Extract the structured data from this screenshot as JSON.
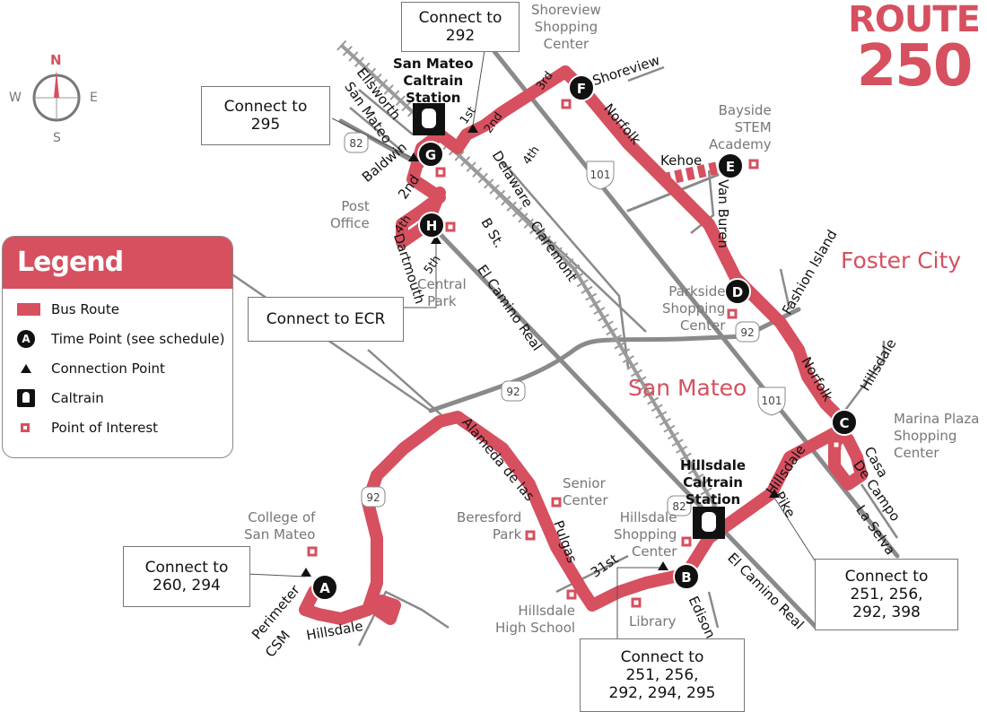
{
  "title": {
    "line1": "ROUTE",
    "line2": "250"
  },
  "colors": {
    "route": "#d6505f",
    "road": "#8a8a8a",
    "text": "#111111",
    "poi_text": "#777777"
  },
  "compass": {
    "n": "N",
    "s": "S",
    "e": "E",
    "w": "W"
  },
  "legend": {
    "heading": "Legend",
    "items": [
      {
        "icon": "bus-route-swatch",
        "label": "Bus Route"
      },
      {
        "icon": "time-point-icon",
        "glyph": "A",
        "label": "Time Point (see schedule)"
      },
      {
        "icon": "connection-point-icon",
        "label": "Connection Point"
      },
      {
        "icon": "caltrain-icon",
        "label": "Caltrain"
      },
      {
        "icon": "point-of-interest-icon",
        "label": "Point of Interest"
      }
    ]
  },
  "cities": {
    "foster_city": "Foster City",
    "san_mateo": "San Mateo"
  },
  "connections": {
    "c292": {
      "line1": "Connect to",
      "line2": "292"
    },
    "c295": {
      "line1": "Connect to",
      "line2": "295"
    },
    "ecr": {
      "line1": "Connect to ECR"
    },
    "c260": {
      "line1": "Connect to",
      "line2": "260, 294"
    },
    "hillsdale": {
      "line1": "Connect to",
      "line2": "251, 256,",
      "line3": "292, 294, 295"
    },
    "marina": {
      "line1": "Connect to",
      "line2": "251, 256,",
      "line3": "292, 398"
    }
  },
  "time_points": [
    "A",
    "B",
    "C",
    "D",
    "E",
    "F",
    "G",
    "H"
  ],
  "stations": {
    "san_mateo": {
      "line1": "San Mateo",
      "line2": "Caltrain",
      "line3": "Station"
    },
    "hillsdale": {
      "line1": "Hillsdale",
      "line2": "Caltrain",
      "line3": "Station"
    }
  },
  "pois": {
    "shoreview": {
      "line1": "Shoreview",
      "line2": "Shopping",
      "line3": "Center"
    },
    "bayside": {
      "line1": "Bayside",
      "line2": "STEM",
      "line3": "Academy"
    },
    "post_office": {
      "line1": "Post",
      "line2": "Office"
    },
    "central_park": {
      "line1": "Central",
      "line2": "Park"
    },
    "parkside": {
      "line1": "Parkside",
      "line2": "Shopping",
      "line3": "Center"
    },
    "marina": {
      "line1": "Marina Plaza",
      "line2": "Shopping",
      "line3": "Center"
    },
    "csm": {
      "line1": "College of",
      "line2": "San Mateo"
    },
    "senior": {
      "line1": "Senior",
      "line2": "Center"
    },
    "beresford": {
      "line1": "Beresford",
      "line2": "Park"
    },
    "hillsdale_sc": {
      "line1": "Hillsdale",
      "line2": "Shopping",
      "line3": "Center"
    },
    "hhs": {
      "line1": "Hillsdale",
      "line2": "High School"
    },
    "library": {
      "line1": "Library"
    }
  },
  "streets": {
    "ellsworth": "Ellsworth",
    "san_mateo": "San Mateo",
    "baldwin": "Baldwin",
    "second": "2nd",
    "first": "1st",
    "second_b": "2nd",
    "third": "3rd",
    "fourth": "4th",
    "fourth_b": "4th",
    "fifth": "5th",
    "dartmouth": "Dartmouth",
    "shoreview": "Shoreview",
    "norfolk": "Norfolk",
    "kehoe": "Kehoe",
    "van_buren": "Van Buren",
    "delaware": "Delaware",
    "b_st": "B St.",
    "claremont": "Claremont",
    "ecr": "El Camino Real",
    "ecr2": "El Camino Real",
    "fashion_island": "Fashion Island",
    "norfolk2": "Norfolk",
    "hillsdale_ne": "Hillsdale",
    "hillsdale_blvd": "Hillsdale",
    "pike": "Pike",
    "casa": "Casa",
    "de_campo": "De Campo",
    "la_selva": "La Selva",
    "alameda": "Alameda de las",
    "pulgas": "Pulgas",
    "st31": "31st",
    "edison": "Edison",
    "perimeter": "Perimeter",
    "csm": "CSM",
    "hillsdale_w": "Hillsdale"
  },
  "highways": {
    "h82a": "82",
    "h82b": "82",
    "h92a": "92",
    "h92b": "92",
    "h92c": "92",
    "h101a": "101",
    "h101b": "101"
  }
}
